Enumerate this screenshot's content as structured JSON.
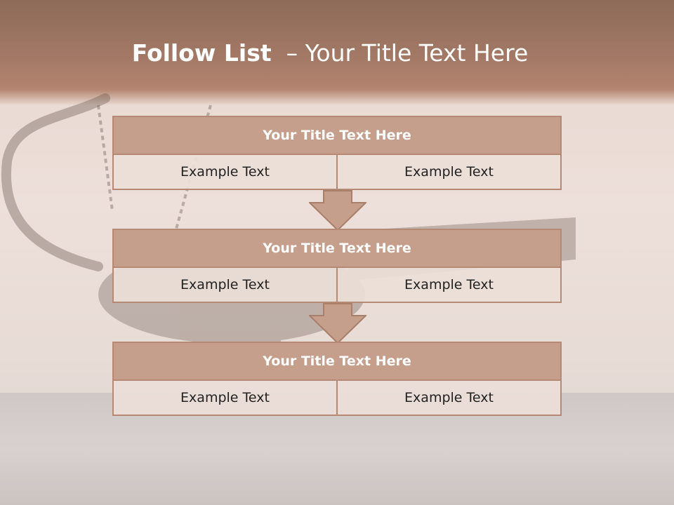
{
  "slide": {
    "title_bold": "Follow List",
    "title_rest": "  – Your Title Text Here"
  },
  "steps": [
    {
      "title": "Your Title Text Here",
      "left": "Example Text",
      "right": "Example Text"
    },
    {
      "title": "Your Title Text Here",
      "left": "Example Text",
      "right": "Example Text"
    },
    {
      "title": "Your Title Text Here",
      "left": "Example Text",
      "right": "Example Text"
    }
  ],
  "colors": {
    "header": "#a37966",
    "box_title": "#c59f8c",
    "box_border": "#b58974",
    "cell_bg": "#ecded8"
  },
  "icons": [
    "down-arrow-icon"
  ]
}
